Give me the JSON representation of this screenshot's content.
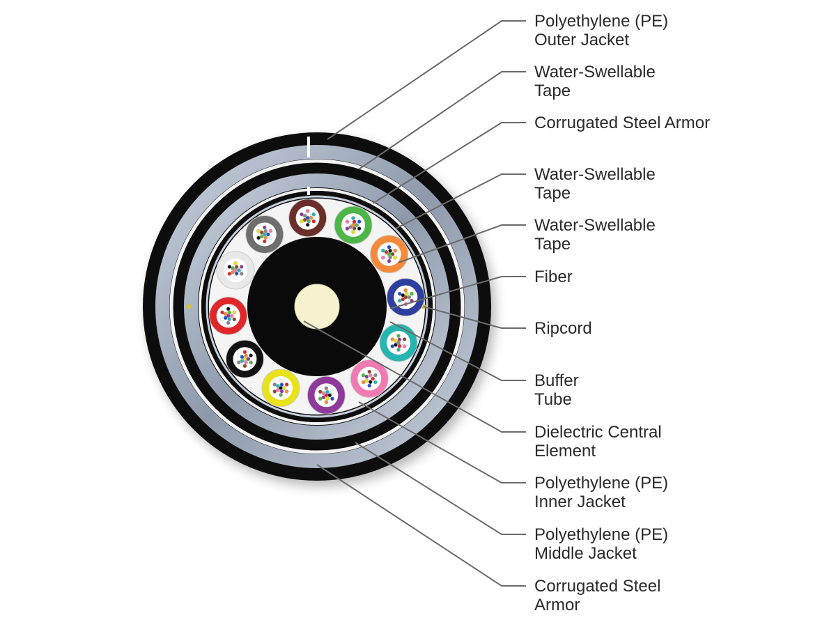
{
  "callouts": [
    {
      "id": "pe-outer-jacket",
      "lines": [
        "Polyethylene (PE)",
        "Outer Jacket"
      ]
    },
    {
      "id": "water-swellable-tape-1",
      "lines": [
        "Water-Swellable",
        "Tape"
      ]
    },
    {
      "id": "corrugated-steel-armor-1",
      "lines": [
        "Corrugated Steel Armor"
      ]
    },
    {
      "id": "water-swellable-tape-2",
      "lines": [
        "Water-Swellable",
        "Tape"
      ]
    },
    {
      "id": "water-swellable-tape-3",
      "lines": [
        "Water-Swellable",
        "Tape"
      ]
    },
    {
      "id": "fiber",
      "lines": [
        "Fiber"
      ]
    },
    {
      "id": "ripcord",
      "lines": [
        "Ripcord"
      ]
    },
    {
      "id": "buffer-tube",
      "lines": [
        "Buffer",
        "Tube"
      ]
    },
    {
      "id": "dielectric-central-element",
      "lines": [
        "Dielectric Central",
        "Element"
      ]
    },
    {
      "id": "pe-inner-jacket",
      "lines": [
        "Polyethylene (PE)",
        "Inner Jacket"
      ]
    },
    {
      "id": "pe-middle-jacket",
      "lines": [
        "Polyethylene (PE)",
        "Middle Jacket"
      ]
    },
    {
      "id": "corrugated-steel-armor-2",
      "lines": [
        "Corrugated Steel",
        "Armor"
      ]
    }
  ],
  "colors": {
    "outer_jacket": "#0d0d0d",
    "tape": "#8a96a6",
    "armor": "#f2f2f2",
    "buffer_fill": "#f4f4f4",
    "central_member": "#f6f2d0",
    "leader_line": "#6a6a6a"
  },
  "buffer_tube_colors": [
    "#6b2f2a",
    "#4cb748",
    "#f58a3a",
    "#2e3fa0",
    "#26b5b0",
    "#f07ab1",
    "#8e3a9a",
    "#e9e21a",
    "#111111",
    "#e0262a",
    "#e8e8e8",
    "#6e6e6e"
  ],
  "fiber_colors": [
    "#1f4fd1",
    "#f58a3a",
    "#4cb748",
    "#8b4a2a",
    "#888888",
    "#ffffff",
    "#e0262a",
    "#111111",
    "#e9e21a",
    "#8e3a9a",
    "#f07ab1",
    "#26b5b0"
  ]
}
